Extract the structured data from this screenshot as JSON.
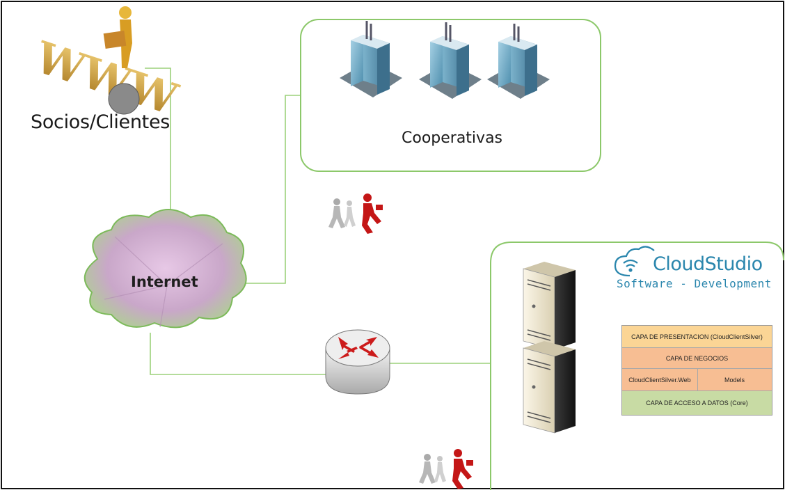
{
  "nodes": {
    "socios_label": "Socios/Clientes",
    "cooperativas_label": "Cooperativas",
    "internet_label": "Internet"
  },
  "logo": {
    "name": "CloudStudio",
    "subtitle": "Software - Development",
    "color": "#2a86ad"
  },
  "layers": {
    "presentacion": "CAPA DE PRESENTACION (CloudClientSilver)",
    "negocios": "CAPA DE NEGOCIOS",
    "web": "CloudClientSilver.Web",
    "models": "Models",
    "datos": "CAPA DE ACCESO A DATOS (Core)"
  },
  "colors": {
    "connector": "#9bd07a",
    "container_border": "#8cc86a",
    "router_arrows": "#cc1b1b",
    "layer_presentacion": "#fbd595",
    "layer_negocios": "#f7be93",
    "layer_datos": "#c8dba4"
  },
  "icons": [
    "www-person-icon",
    "building-icon",
    "building-icon",
    "building-icon",
    "cloud-icon",
    "router-icon",
    "server-icon",
    "server-icon",
    "business-people-icon",
    "business-people-icon"
  ]
}
